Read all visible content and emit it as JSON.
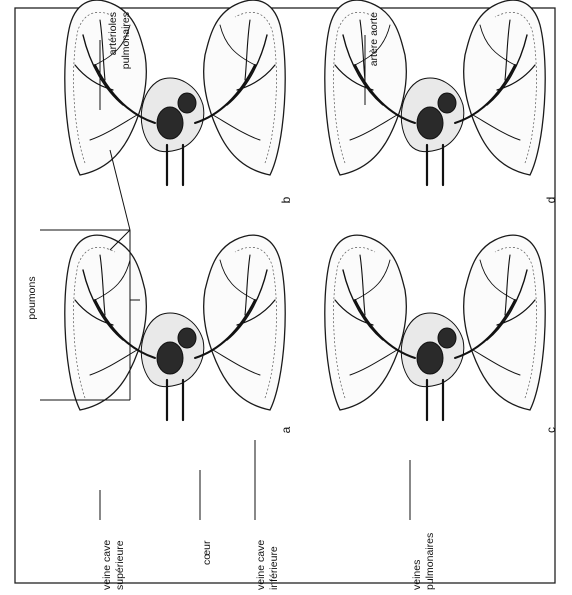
{
  "labels": {
    "poumons": "poumons",
    "arterioles_line1": "artérioles",
    "arterioles_line2": "pulmonaires",
    "artere_aorte": "artère aorte",
    "veine_cave_sup_line1": "veine cave",
    "veine_cave_sup_line2": "supérieure",
    "coeur": "cœur",
    "veine_cave_inf_line1": "veine cave",
    "veine_cave_inf_line2": "inférieure",
    "veines_pulm_line1": "veines",
    "veines_pulm_line2": "pulmonaires"
  },
  "panels": {
    "a": "a",
    "b": "b",
    "c": "c",
    "d": "d"
  }
}
